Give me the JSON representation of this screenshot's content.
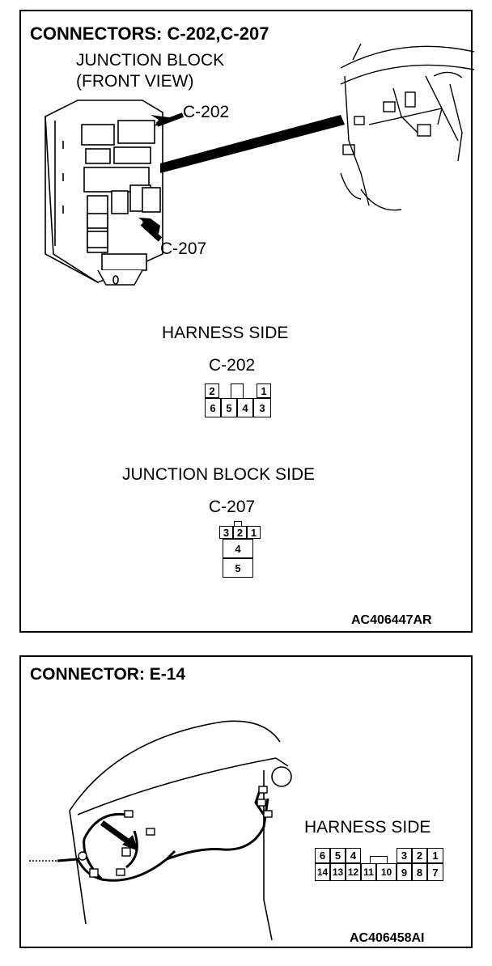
{
  "panel1": {
    "title": "CONNECTORS: C-202,C-207",
    "junction_label_1": "JUNCTION BLOCK",
    "junction_label_2": "(FRONT VIEW)",
    "callout_c202": "C-202",
    "callout_c207": "C-207",
    "harness_side": "HARNESS SIDE",
    "c202_label": "C-202",
    "c202_pins_top": [
      "2",
      "1"
    ],
    "c202_pins_bottom": [
      "6",
      "5",
      "4",
      "3"
    ],
    "junction_block_side": "JUNCTION BLOCK SIDE",
    "c207_label": "C-207",
    "c207_pins_top": [
      "3",
      "2",
      "1"
    ],
    "c207_pin_mid": "4",
    "c207_pin_bottom": "5",
    "code": "AC406447AR"
  },
  "panel2": {
    "title": "CONNECTOR: E-14",
    "harness_side": "HARNESS SIDE",
    "pins_top": [
      "6",
      "5",
      "4",
      "3",
      "2",
      "1"
    ],
    "pins_bottom": [
      "14",
      "13",
      "12",
      "11",
      "10",
      "9",
      "8",
      "7"
    ],
    "code": "AC406458AI"
  }
}
